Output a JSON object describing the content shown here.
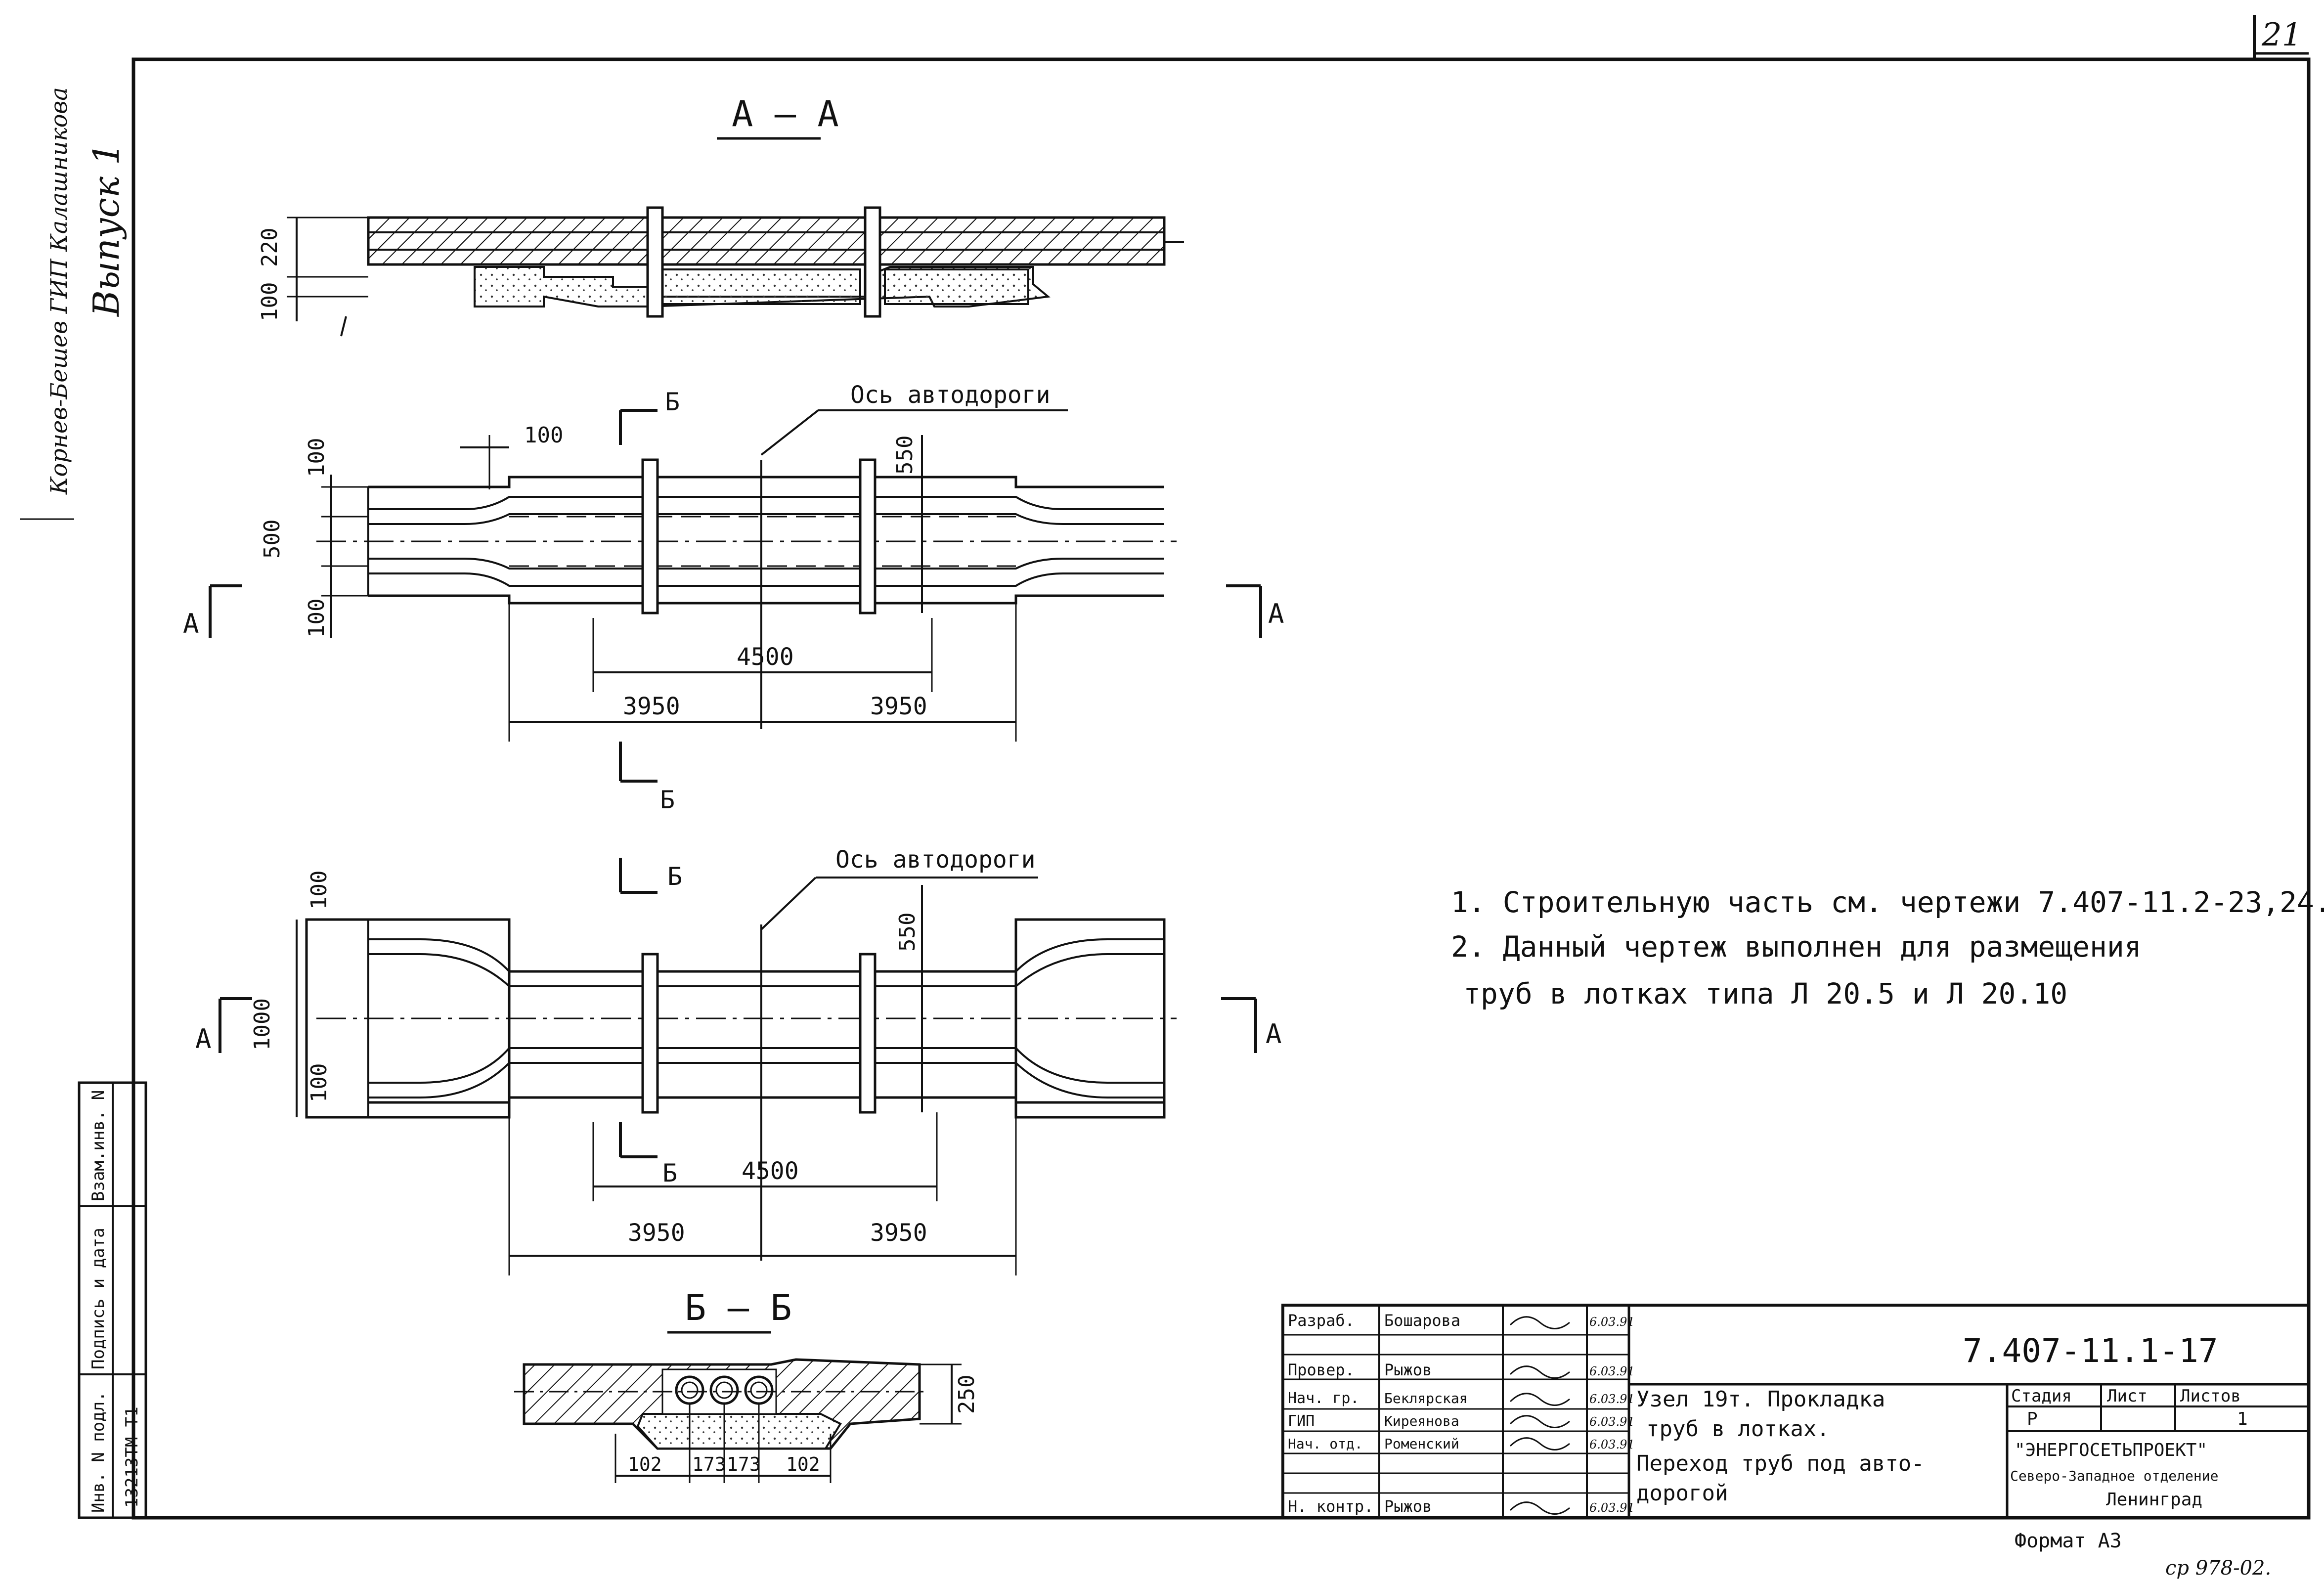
{
  "sheet": {
    "number": "21"
  },
  "margin": {
    "labels": [
      "Инв. N подл.",
      "Подпись и дата",
      "Взам.инв. N"
    ],
    "inventory_no": "13213ТМ-Т1",
    "handwritten_top": "Корнев-Бешев ГИП Калашникова",
    "issue": "Выпуск 1"
  },
  "section_aa": {
    "title": "А – А",
    "dims": [
      "220",
      "100"
    ]
  },
  "plan1": {
    "cut_label": "Б",
    "axis_label": "Ось автодороги",
    "side_label": "А",
    "dims": {
      "top": "100",
      "left_top": "100",
      "left_mid": "500",
      "left_bottom": "100",
      "right": "550",
      "span": "4500",
      "half_left": "3950",
      "half_right": "3950"
    }
  },
  "plan2": {
    "cut_label": "Б",
    "axis_label": "Ось автодороги",
    "side_label": "А",
    "dims": {
      "left_top": "100",
      "left_mid": "1000",
      "left_bottom": "100",
      "right": "550",
      "span": "4500",
      "half_left": "3950",
      "half_right": "3950"
    }
  },
  "section_bb": {
    "title": "Б – Б",
    "dims": [
      "102",
      "173",
      "173",
      "102",
      "250"
    ]
  },
  "notes": [
    "1. Строительную часть см. чертежи 7.407-11.2-23,24.",
    "2. Данный чертеж выполнен для размещения",
    "труб в лотках типа Л 20.5 и Л 20.10"
  ],
  "title_block": {
    "rows": [
      {
        "role": "Разраб.",
        "name": "Бошарова",
        "date": "6.03.91"
      },
      {
        "role": "Провер.",
        "name": "Рыжов",
        "date": "6.03.91"
      },
      {
        "role": "Нач. гр.",
        "name": "Беклярская",
        "date": "6.03.91"
      },
      {
        "role": "ГИП",
        "name": "Киреянова",
        "date": "6.03.91"
      },
      {
        "role": "Нач. отд.",
        "name": "Роменский",
        "date": "6.03.91"
      },
      {
        "role": "Н. контр.",
        "name": "Рыжов",
        "date": "6.03.91"
      }
    ],
    "doc_code": "7.407-11.1-17",
    "description": [
      "Узел 19т. Прокладка",
      "труб в лотках.",
      "Переход труб под авто-",
      "дорогой"
    ],
    "stage_header": [
      "Стадия",
      "Лист",
      "Листов"
    ],
    "stage_values": [
      "Р",
      "",
      "1"
    ],
    "org": [
      "\"ЭНЕРГОСЕТЬПРОЕКТ\"",
      "Северо-Западное отделение",
      "Ленинград"
    ]
  },
  "format_label": "Формат А3",
  "stamp": "ср 978-02."
}
